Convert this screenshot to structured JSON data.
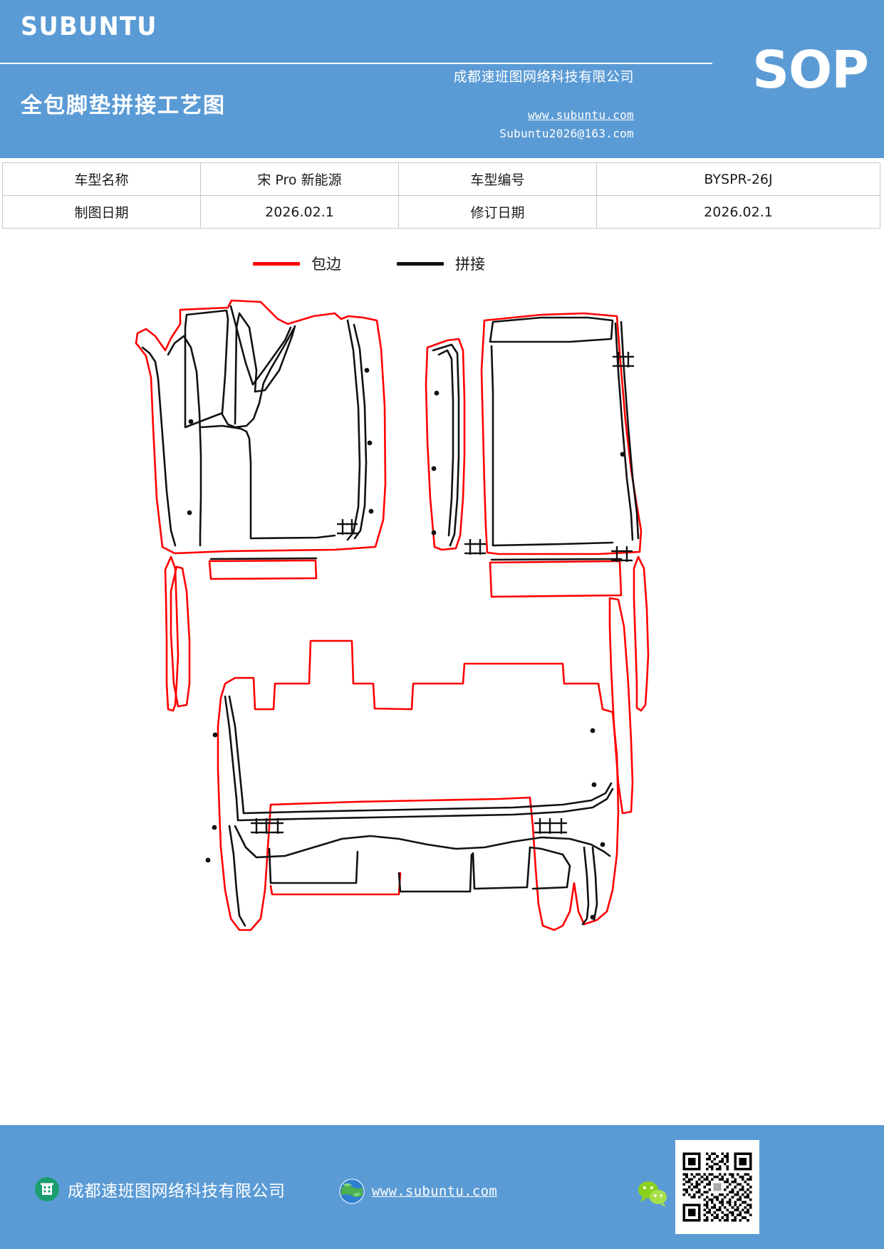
{
  "header": {
    "brand": "SUBUNTU",
    "doc_type": "SOP",
    "title": "全包脚垫拼接工艺图",
    "company_cn": "成都速班图网络科技有限公司",
    "website": "www.subuntu.com",
    "email": "Subuntu2026@163.com",
    "background_color": "#5b9bd5"
  },
  "info_table": {
    "rows": [
      {
        "label_1": "车型名称",
        "value_1": "宋 Pro 新能源",
        "label_2": "车型编号",
        "value_2": "BYSPR-26J"
      },
      {
        "label_1": "制图日期",
        "value_1": "2026.02.1",
        "label_2": "修订日期",
        "value_2": "2026.02.1"
      }
    ]
  },
  "legend": {
    "items": [
      {
        "label": "包边",
        "color": "#ff0000",
        "meaning": "edge-binding"
      },
      {
        "label": "拼接",
        "color": "#111111",
        "meaning": "splice-seam"
      }
    ]
  },
  "drawing": {
    "title": "全包脚垫拼接工艺图",
    "binding_color": "#ff0000",
    "seam_color": "#111111",
    "marker_glyph": "止",
    "pieces": [
      {
        "name": "front-left-mat",
        "position": "upper-left"
      },
      {
        "name": "front-right-mat",
        "position": "upper-right"
      },
      {
        "name": "rear-floor-mat",
        "position": "lower-center"
      },
      {
        "name": "left-sill-strip",
        "position": "left-lower"
      },
      {
        "name": "right-sill-strip",
        "position": "right-lower"
      }
    ]
  },
  "footer": {
    "company_name": "成都速班图网络科技有限公司",
    "website": "www.subuntu.com",
    "icons": [
      "company-badge-icon",
      "globe-icon",
      "wechat-icon",
      "qr-code"
    ],
    "background_color": "#5b9bd5"
  }
}
